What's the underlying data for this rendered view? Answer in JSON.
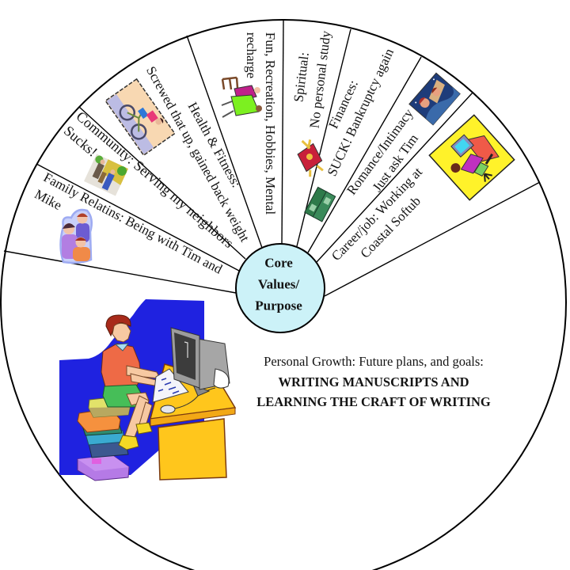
{
  "center": {
    "lines": [
      "Core",
      "Values/",
      "Purpose"
    ]
  },
  "segments": [
    {
      "name": "family-relations",
      "lines": [
        "Family Relatins: Being with Tim and",
        "Mike"
      ],
      "icon": "family-icon"
    },
    {
      "name": "community",
      "lines": [
        "Community: Serving my neighbors",
        "Sucks!"
      ],
      "icon": "community-icon"
    },
    {
      "name": "health-fitness",
      "lines": [
        "Health & Fitness:",
        "Screwed that up, gained back weight"
      ],
      "icon": "bicycle-icon"
    },
    {
      "name": "fun-recreation",
      "lines": [
        "Fun, Recreation, Hobbies, Mental",
        "recharge"
      ],
      "icon": "dancing-couple-icon"
    },
    {
      "name": "spiritual",
      "lines": [
        "Spiritual:",
        "No personal study"
      ],
      "icon": "bible-reading-icon"
    },
    {
      "name": "finances",
      "lines": [
        "Finances:",
        "SUCK! Bankruptcy again"
      ],
      "icon": "money-icon"
    },
    {
      "name": "romance-intimacy",
      "lines": [
        "Romance/Intimacy",
        "Just ask Tim"
      ],
      "icon": "couple-icon"
    },
    {
      "name": "career-job",
      "lines": [
        "Career/job: Working at",
        "Coastal Softub"
      ],
      "icon": "computer-worker-icon"
    },
    {
      "name": "personal-growth",
      "lines": [
        "Personal Growth: Future plans, and goals:",
        "WRITING MANUSCRIPTS AND",
        "LEARNING THE CRAFT OF WRITING"
      ],
      "icon": "writer-at-computer-icon"
    }
  ],
  "colors": {
    "core_fill": "#CCF2F8",
    "outline": "#000000",
    "background": "#FFFFFF"
  }
}
